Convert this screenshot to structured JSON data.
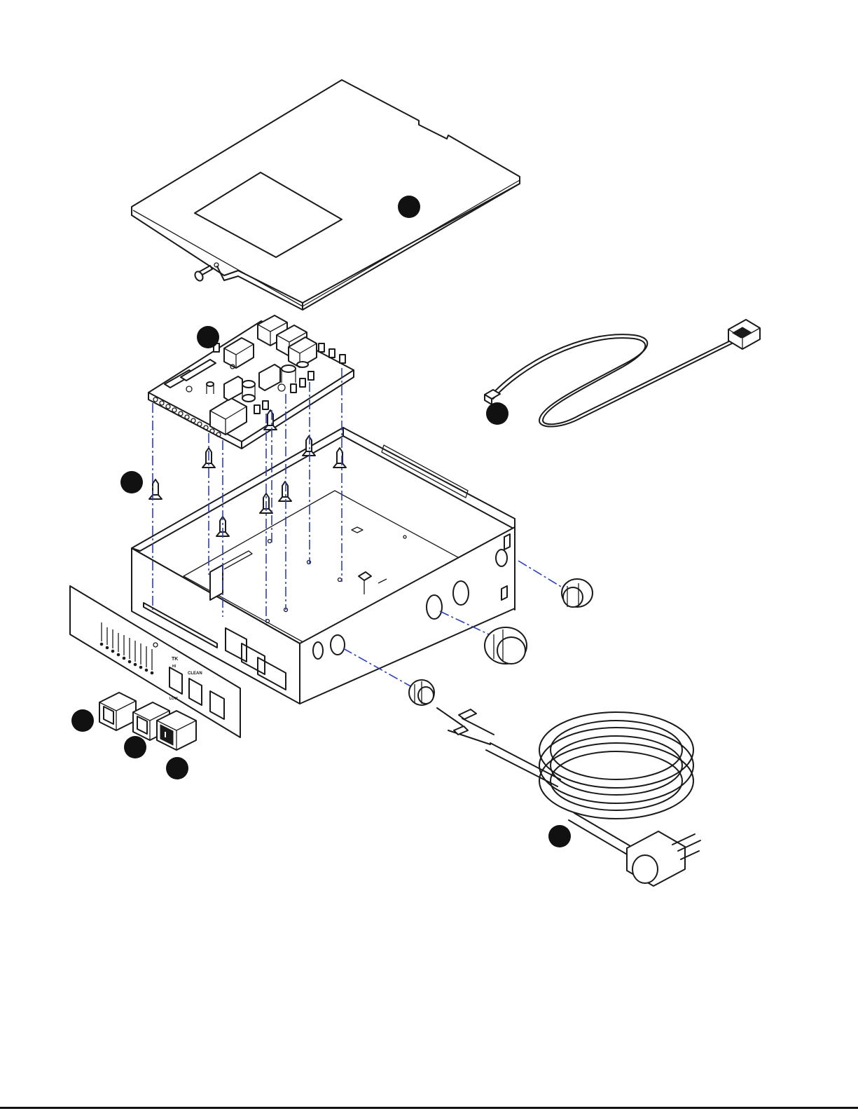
{
  "panel": {
    "label_tk": "TK",
    "label_hi": "HI",
    "label_clean": "CLEAN",
    "label_low": "LOW"
  },
  "colors": {
    "line": "#1a1a1a",
    "leader": "#2b3fb8",
    "callout": "#111111"
  }
}
